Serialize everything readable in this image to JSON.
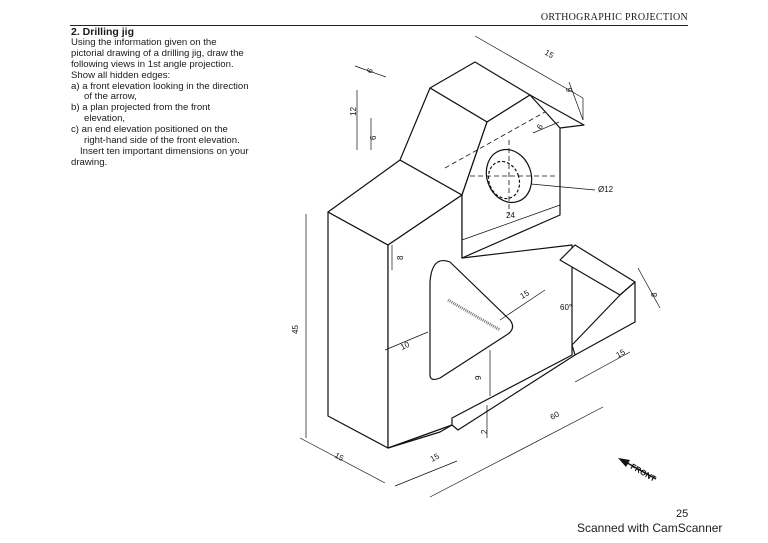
{
  "header": {
    "section_title": "ORTHOGRAPHIC PROJECTION"
  },
  "question": {
    "title": "2. Drilling jig",
    "intro_1": "Using the information given on the",
    "intro_2": "pictorial drawing of a drilling jig, draw the",
    "intro_3": "following views in 1st angle projection.",
    "intro_4": "Show all hidden edges:",
    "item_a_1": "a) a front elevation looking in the direction",
    "item_a_2": "of the arrow,",
    "item_b_1": "b) a plan projected from the front",
    "item_b_2": "elevation,",
    "item_c_1": "c) an end elevation positioned on the",
    "item_c_2": "right-hand side of the front elevation.",
    "outro_1": "Insert ten important dimensions on your",
    "outro_2": "drawing."
  },
  "dimensions": {
    "d15_top": "15",
    "d6_right_top": "6",
    "d6_top_left": "6",
    "d12": "12",
    "d6_left": "6",
    "d6_slot": "6",
    "d_hole": "Ø12",
    "d24": "24",
    "d8_inner": "8",
    "d15_slope": "15",
    "d60_angle": "60°",
    "d8_right": "8",
    "d15_right": "15",
    "d10": "10",
    "d9": "9",
    "d45": "45",
    "d2": "2",
    "d60": "60",
    "d15_base": "15",
    "d15_front": "15"
  },
  "arrow_label": "FRONT",
  "footer": {
    "page_number": "25",
    "scanner_text": "Scanned with CamScanner"
  }
}
